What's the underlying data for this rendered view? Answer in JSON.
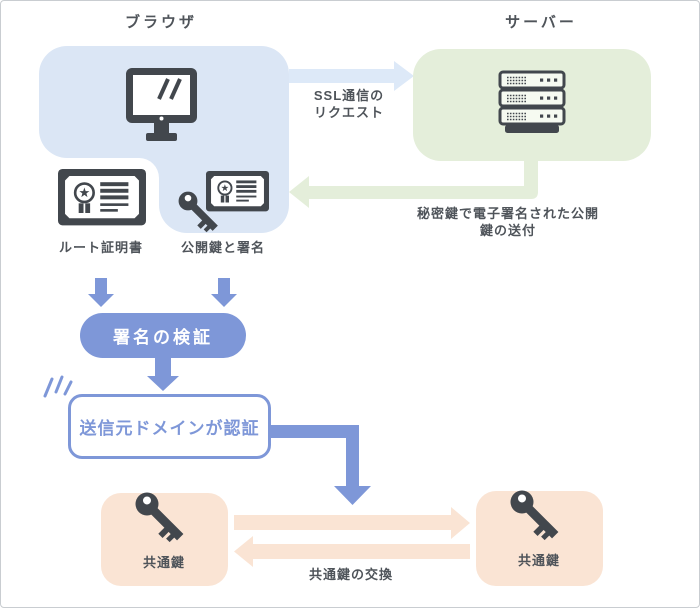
{
  "colors": {
    "panel_blue": "#dbe6f5",
    "panel_green": "#e4eeda",
    "arrow_blue_light": "#dde9f8",
    "arrow_green_light": "#e4eeda",
    "accent_blue": "#7e97d8",
    "peach": "#fae4d4",
    "icon_dark": "#42474d",
    "text_gray": "#4f545a",
    "page_border": "#c9cdd1"
  },
  "browser": {
    "title": "ブラウザ",
    "root_cert_label": "ルート証明書",
    "pubkey_label": "公開鍵と署名"
  },
  "server": {
    "title": "サーバー"
  },
  "flows": {
    "ssl_request": "SSL通信の\nリクエスト",
    "signed_key_delivery": "秘密鍵で電子署名された公開鍵の送付",
    "key_exchange": "共通鍵の交換"
  },
  "steps": {
    "verify_signature": "署名の検証",
    "domain_authenticated": "送信元ドメインが認証"
  },
  "shared_keys": {
    "left_label": "共通鍵",
    "right_label": "共通鍵"
  },
  "icons": {
    "browser": "monitor-icon",
    "server": "server-rack-icon",
    "root_certificate": "certificate-icon",
    "public_key_signature": "key-and-certificate-icon",
    "shared_key": "key-icon"
  }
}
